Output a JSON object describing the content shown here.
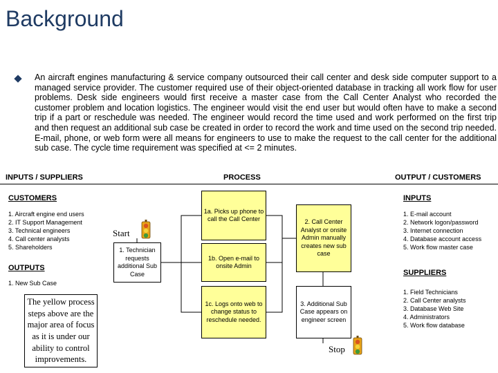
{
  "title": "Background",
  "paragraph": "An aircraft engines manufacturing & service company outsourced their call center and desk side computer support to a managed service provider. The customer required use of their object-oriented database in tracking all work flow for user problems. Desk side engineers would first receive a master case from the Call Center Analyst who recorded the customer problem and location logistics. The engineer would visit the end user but would often have to make a second trip if a part or reschedule was needed. The engineer would record the time used and work performed on the first trip and then request an additional sub case be created in order to record the work and time used on the second trip needed. E-mail, phone, or web form were all means for engineers to use to make the request to the call center for the additional sub case. The cycle time requirement was specified at <= 2 minutes.",
  "headers": {
    "inputs_suppliers": "INPUTS / SUPPLIERS",
    "process": "PROCESS",
    "output_customers": "OUTPUT / CUSTOMERS"
  },
  "left": {
    "customers_title": "CUSTOMERS",
    "customers": [
      "1. Aircraft engine end users",
      "2. IT Support Management",
      "3. Technical engineers",
      "4. Call center analysts",
      "5. Shareholders"
    ],
    "outputs_title": "OUTPUTS",
    "outputs": [
      "1. New Sub Case"
    ],
    "note": "The yellow process steps above are the major area of focus as it is under our ability to control improvements."
  },
  "right": {
    "inputs_title": "INPUTS",
    "inputs": [
      "1. E-mail account",
      "2. Network logon/password",
      "3. Internet connection",
      "4. Database account access",
      "5. Work flow master case"
    ],
    "suppliers_title": "SUPPLIERS",
    "suppliers": [
      "1. Field Technicians",
      "2. Call Center analysts",
      "3. Database Web Site",
      "4. Administrators",
      "5. Work flow database"
    ]
  },
  "process": {
    "start": "Start",
    "stop": "Stop",
    "step1": "1. Technician requests additional Sub Case",
    "step1a": "1a. Picks up phone to call the Call Center",
    "step1b": "1b. Open e-mail to onsite Admin",
    "step1c": "1c. Logs onto web to change status to reschedule needed.",
    "step2": "2. Call Center Analyst or onsite Admin manually creates new sub case",
    "step3": "3. Additional Sub Case appears on engineer screen"
  },
  "colors": {
    "title": "#1f3b63",
    "focus_fill": "#ffff99",
    "traffic_light_red": "#d9541e",
    "traffic_light_body": "#e8a317",
    "traffic_light_green": "#3f9a3a"
  },
  "icons": [
    "traffic-light-icon",
    "diamond-bullet-icon"
  ]
}
